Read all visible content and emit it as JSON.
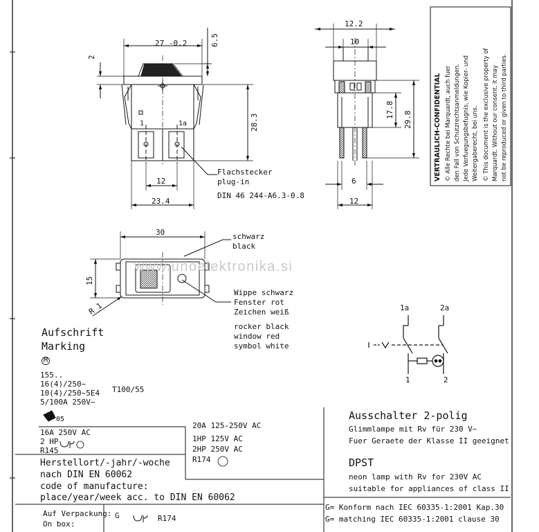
{
  "watermark": "www.unoelektronika.si",
  "confidential": {
    "title": "VERTRAULICH-CONFIDENTIAL",
    "lines": [
      "© Alle Rechte bei Marquardt, auch fuer",
      "den Fall von Schutzrechtsanmeldungen.",
      "Jede Verfuegungsbefugnis, wie Kopier- und",
      "Weitergaberecht, bei uns.",
      "© This document is the exclusive property of",
      "Marquardt. Without our consent, it may",
      "not be reproduced or given to third parties."
    ]
  },
  "top_view": {
    "dims": {
      "width": "27 -0.2",
      "top_offset": "6.5",
      "left_offset": "2",
      "height": "28.3",
      "pin_spacing": "12",
      "base_width": "23.4"
    },
    "pins": [
      "1",
      "1a"
    ],
    "callout": [
      "Flachstecker",
      "plug-in",
      "DIN 46 244-A6.3-0.8"
    ]
  },
  "side_view": {
    "dims": {
      "top_width": "12.2",
      "inner_width": "10",
      "height_inner": "17.8",
      "height_total": "29.8",
      "pin_width": "6",
      "base_width": "12"
    }
  },
  "front_view": {
    "dims": {
      "width": "30",
      "height": "15",
      "radius": "R 1"
    },
    "callout_top": [
      "schwarz",
      "black"
    ],
    "callout_mid": [
      "Wippe schwarz",
      "Fenster rot",
      "Zeichen weiß",
      "rocker black",
      "window red",
      "symbol white"
    ]
  },
  "marking": {
    "title_de": "Aufschrift",
    "title_en": "Marking",
    "logo": "M",
    "lines": [
      "155..",
      "16(4)/250~",
      "10(4)/250~5E4",
      "5/100A 250V~"
    ],
    "t_rating": "T100/55",
    "cert_code": "05",
    "rating_block1": [
      "16A 250V AC",
      "2 HP",
      "R145"
    ],
    "rating_block2": [
      "20A 125-250V AC",
      "1HP 125V AC",
      "2HP 250V AC",
      "R174"
    ],
    "manufacture": [
      "Herstellort/-jahr/-woche",
      "nach DIN EN 60062",
      "code of manufacture:",
      "place/year/week acc. to DIN EN 60062"
    ],
    "package_label_de": "Auf Verpackung:",
    "package_label_en": "On box:",
    "package_g": "G",
    "package_r": "R174"
  },
  "schematic": {
    "labels": {
      "top_left": "1a",
      "top_right": "2a",
      "bottom_left": "1",
      "bottom_right": "2"
    }
  },
  "description": {
    "title_de": "Ausschalter 2-polig",
    "line_de1": "Glimmlampe mit Rv für 230 V~",
    "line_de2": "Fuer Geraete der Klasse II geeignet",
    "title_en": "DPST",
    "line_en1": "neon lamp with Rv for 230V AC",
    "line_en2": "suitable for appliances of class II",
    "conform1": "G= Konform nach IEC 60335-1:2001 Kap.30",
    "conform2": "G= matching IEC 60335-1:2001 clause 30"
  }
}
